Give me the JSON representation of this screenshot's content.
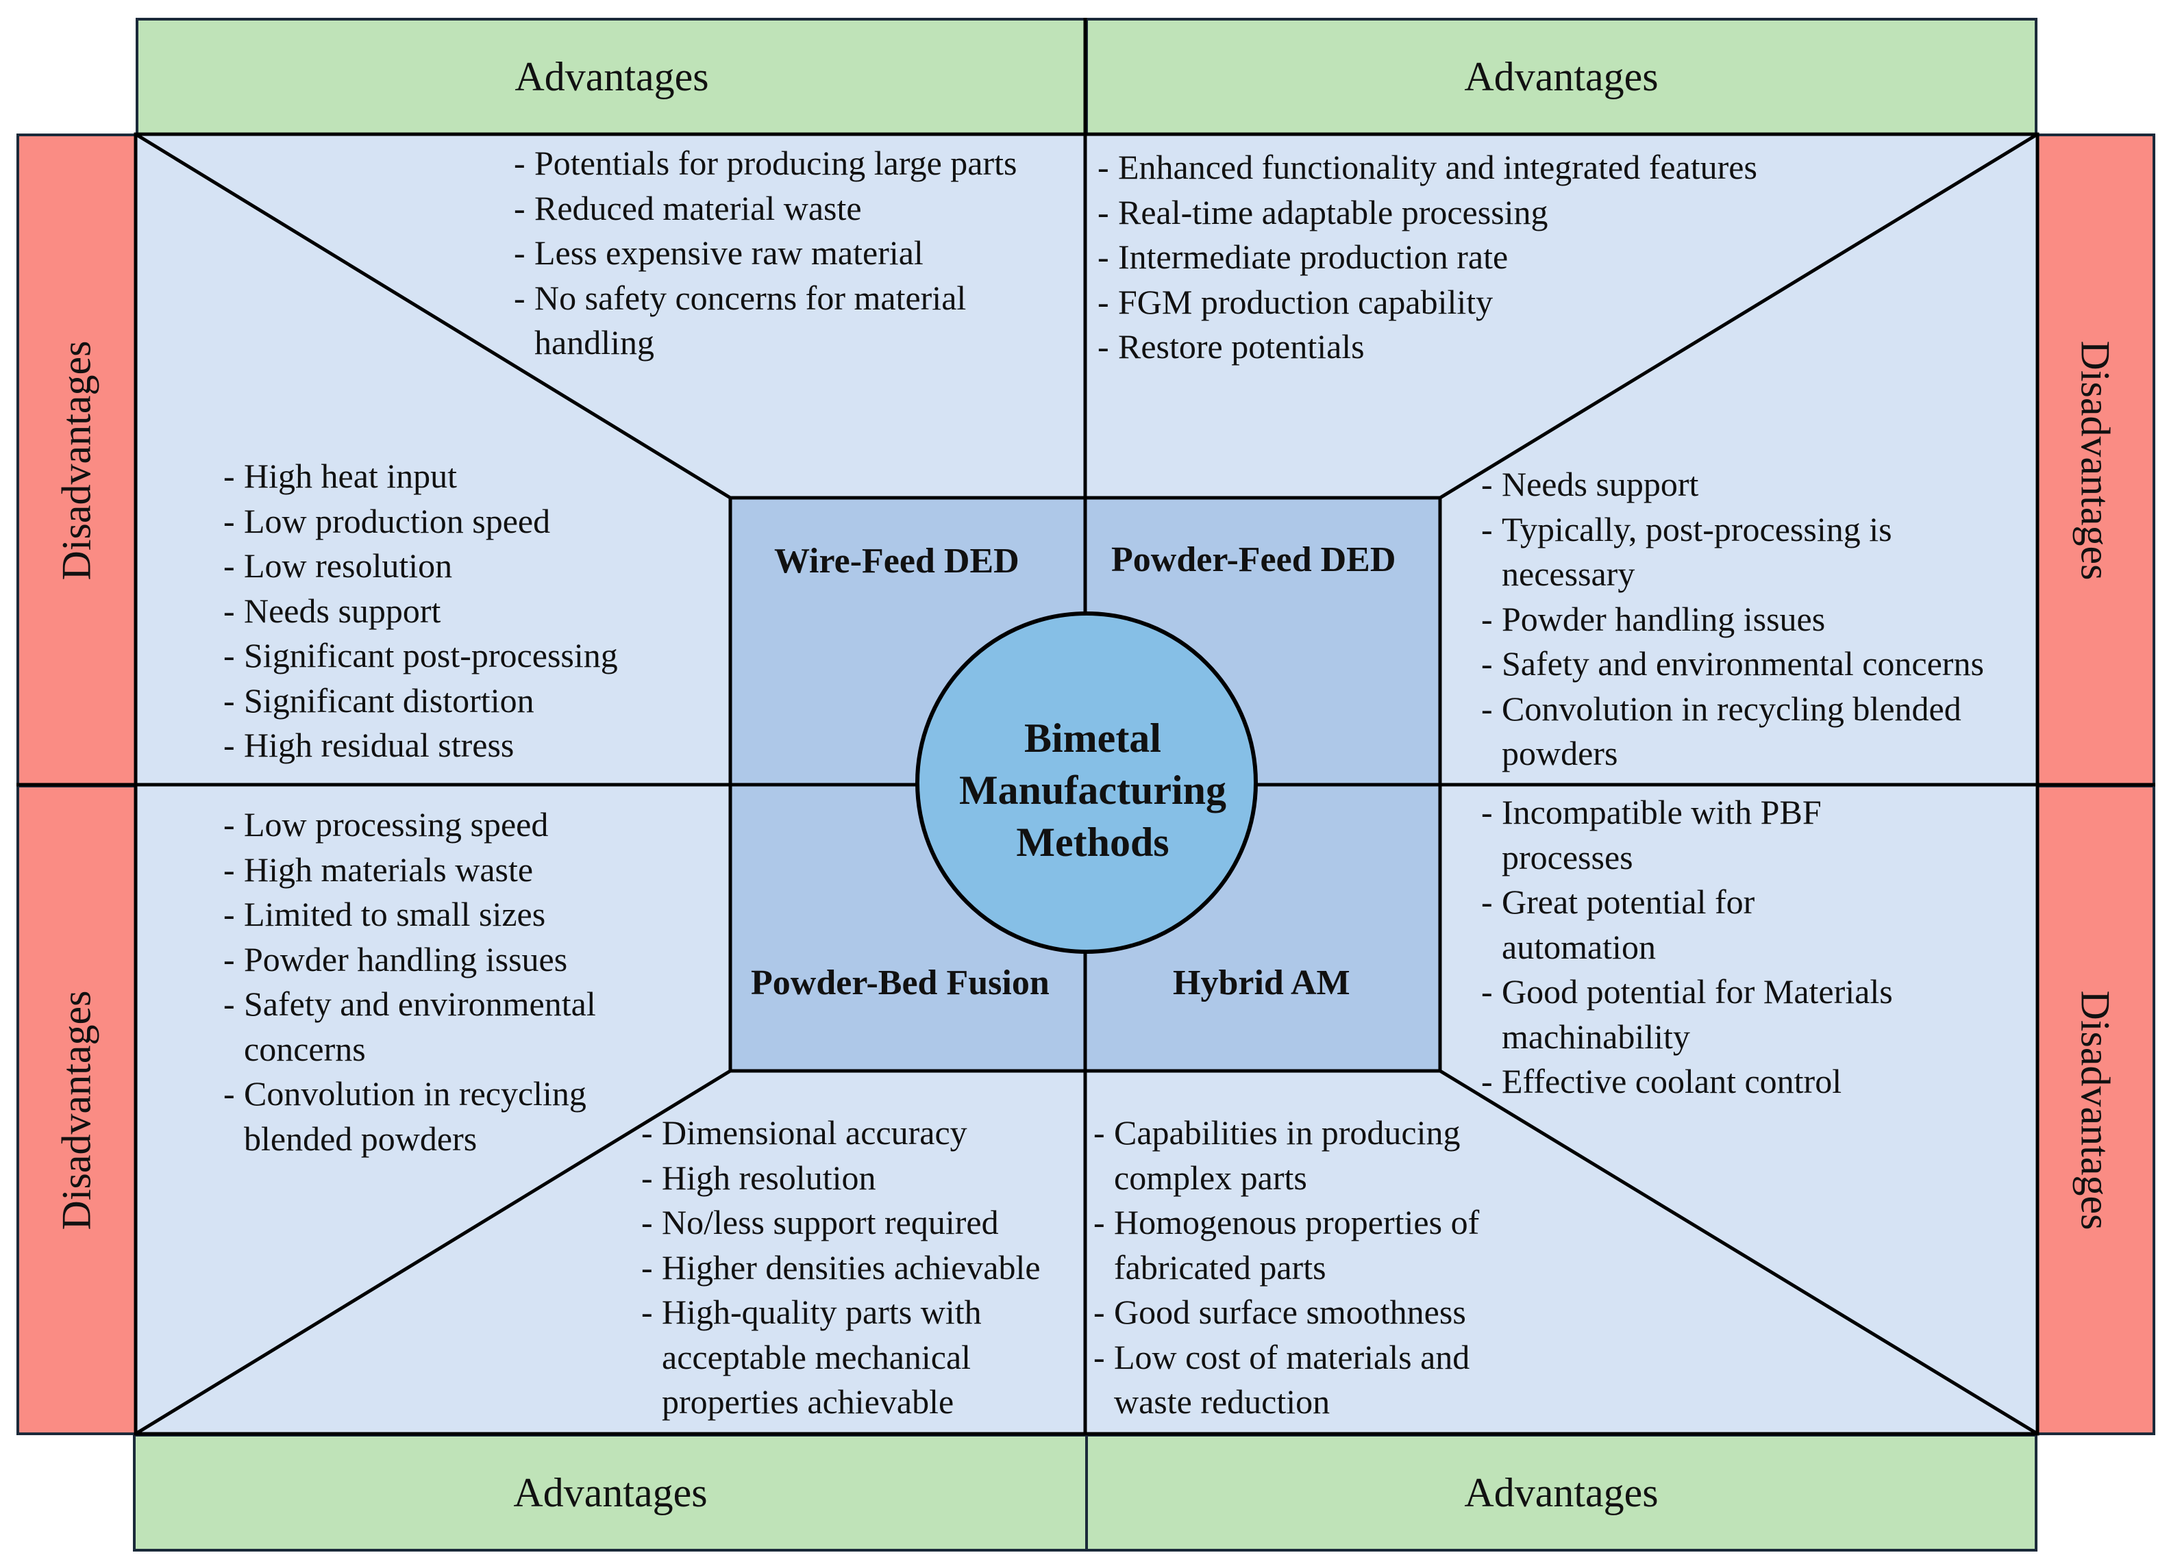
{
  "diagram": {
    "center_lines": [
      "Bimetal",
      "Manufacturing",
      "Methods"
    ],
    "colors": {
      "advantages_band": "#bfe3b8",
      "disadvantages_band": "#fa8c84",
      "panel_fill": "#d6e3f4",
      "method_box_fill": "#aec8e8",
      "center_circle_fill": "#86bfe6",
      "border": "#1b2a3a"
    },
    "bands": {
      "advantages_label": "Advantages",
      "disadvantages_label": "Disadvantages"
    },
    "methods": {
      "wire_feed_ded": {
        "name": "Wire-Feed DED",
        "advantages": [
          [
            "Potentials for producing large parts"
          ],
          [
            "Reduced material waste"
          ],
          [
            "Less expensive raw material"
          ],
          [
            "No safety concerns for material",
            "handling"
          ]
        ],
        "disadvantages": [
          [
            "High heat input"
          ],
          [
            "Low production speed"
          ],
          [
            "Low resolution"
          ],
          [
            "Needs support"
          ],
          [
            "Significant post-processing"
          ],
          [
            "Significant distortion"
          ],
          [
            "High residual stress"
          ]
        ]
      },
      "powder_feed_ded": {
        "name": "Powder-Feed DED",
        "advantages": [
          [
            "Enhanced functionality and integrated features"
          ],
          [
            "Real-time adaptable processing"
          ],
          [
            "Intermediate production rate"
          ],
          [
            "FGM production capability"
          ],
          [
            "Restore potentials"
          ]
        ],
        "disadvantages": [
          [
            "Needs support"
          ],
          [
            "Typically, post-processing is",
            "necessary"
          ],
          [
            "Powder handling issues"
          ],
          [
            "Safety and environmental concerns"
          ],
          [
            "Convolution in recycling blended",
            "powders"
          ]
        ]
      },
      "powder_bed_fusion": {
        "name": "Powder-Bed Fusion",
        "advantages": [
          [
            "Dimensional accuracy"
          ],
          [
            "High resolution"
          ],
          [
            "No/less support required"
          ],
          [
            "Higher densities achievable"
          ],
          [
            "High-quality parts with",
            "acceptable mechanical",
            "properties achievable"
          ]
        ],
        "disadvantages": [
          [
            "Low processing speed"
          ],
          [
            "High materials waste"
          ],
          [
            "Limited to small sizes"
          ],
          [
            "Powder handling issues"
          ],
          [
            "Safety and environmental",
            "concerns"
          ],
          [
            "Convolution in recycling",
            "blended powders"
          ]
        ]
      },
      "hybrid_am": {
        "name": "Hybrid AM",
        "advantages": [
          [
            "Capabilities in producing",
            "complex parts"
          ],
          [
            "Homogenous properties of",
            "fabricated parts"
          ],
          [
            "Good surface smoothness"
          ],
          [
            "Low cost of materials and",
            "waste reduction"
          ]
        ],
        "disadvantages": [
          [
            "Incompatible with PBF",
            "processes"
          ],
          [
            "Great potential for",
            "automation"
          ],
          [
            "Good potential for Materials",
            "machinability"
          ],
          [
            "Effective coolant control"
          ]
        ]
      }
    }
  }
}
